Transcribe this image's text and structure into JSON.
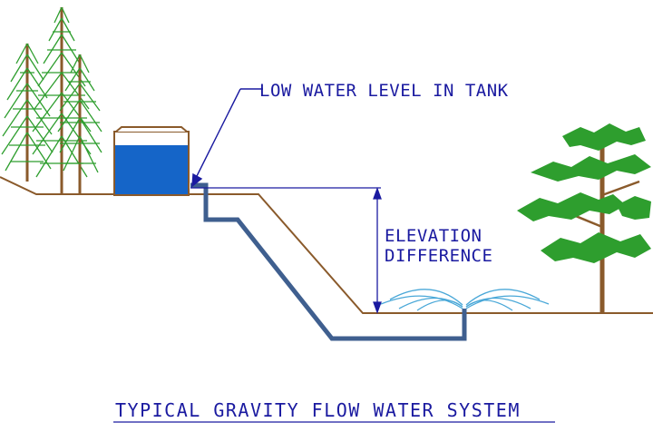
{
  "labels": {
    "low_water_level": "LOW WATER LEVEL IN TANK",
    "elevation_line1": "ELEVATION",
    "elevation_line2": "DIFFERENCE",
    "title": "TYPICAL GRAVITY FLOW WATER SYSTEM"
  },
  "colors": {
    "ground": "#8a5a2b",
    "pipe": "#3f5f8f",
    "tank_water": "#1565c8",
    "annotation": "#1a1aa0",
    "tree_green": "#2e9e2e",
    "tree_trunk": "#8a5a2b",
    "sprinkler": "#4aa8d8"
  },
  "icons": [
    "pine-tree-icon",
    "leafy-tree-icon",
    "water-tank-icon",
    "sprinkler-icon"
  ]
}
